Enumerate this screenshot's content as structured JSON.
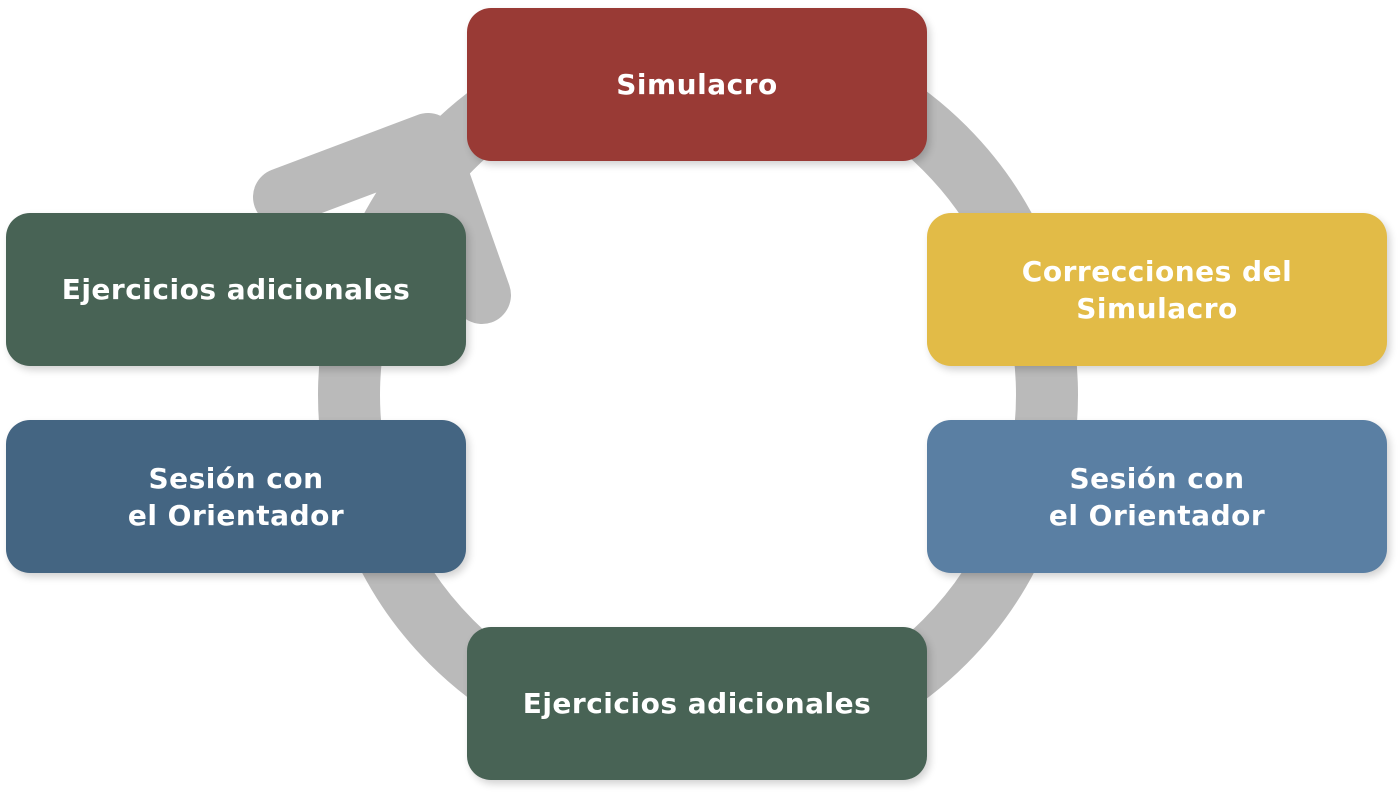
{
  "colors": {
    "cycle_arrow": "#bababa",
    "simulacro": "#993a35",
    "correcciones": "#e2bb47",
    "sesion_right": "#5a7fa3",
    "ejercicios": "#486355",
    "sesion_left": "#446582"
  },
  "steps": [
    {
      "label": "Simulacro"
    },
    {
      "label": "Correcciones del\nSimulacro"
    },
    {
      "label": "Sesión con\nel Orientador"
    },
    {
      "label": "Ejercicios adicionales"
    },
    {
      "label": "Sesión con\nel Orientador"
    },
    {
      "label": "Ejercicios adicionales"
    }
  ]
}
